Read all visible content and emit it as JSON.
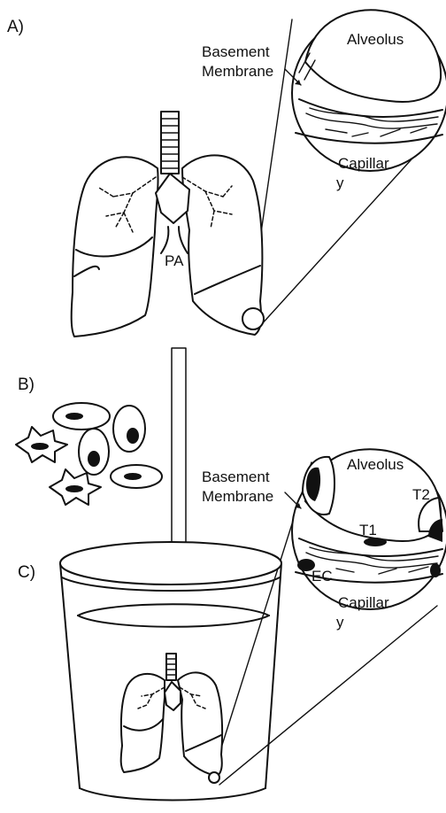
{
  "panels": {
    "a": "A)",
    "b": "B)",
    "c": "C)"
  },
  "top_inset": {
    "basement_line1": "Basement",
    "basement_line2": "Membrane",
    "alveolus": "Alveolus",
    "capillary_line1": "Capillar",
    "capillary_line2": "y"
  },
  "lung_label": "PA",
  "bottom_inset": {
    "basement_line1": "Basement",
    "basement_line2": "Membrane",
    "alveolus": "Alveolus",
    "t1": "T1",
    "t2": "T2",
    "ec": "EC",
    "capillary_line1": "Capillar",
    "capillary_line2": "y"
  }
}
